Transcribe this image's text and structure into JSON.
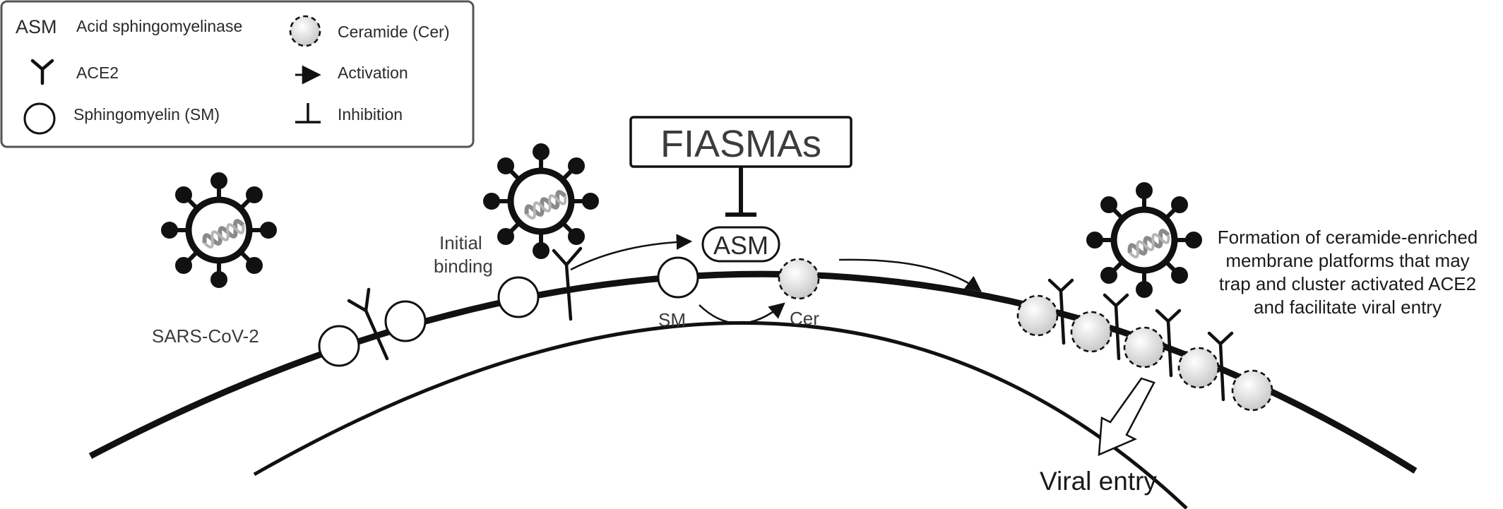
{
  "legend": {
    "items": [
      {
        "symbol": "ASM",
        "label": "Acid sphingomyelinase"
      },
      {
        "symbol": "ace2-receptor-icon",
        "label": "ACE2"
      },
      {
        "symbol": "open-circle-icon",
        "label": "Sphingomyelin (SM)"
      },
      {
        "symbol": "dashed-circle-icon",
        "label": "Ceramide (Cer)"
      },
      {
        "symbol": "arrow-icon",
        "label": "Activation"
      },
      {
        "symbol": "t-bar-icon",
        "label": "Inhibition"
      }
    ]
  },
  "labels": {
    "virus": "SARS-CoV-2",
    "initial_binding": [
      "Initial",
      "binding"
    ],
    "fiasmas": "FIASMAs",
    "asm": "ASM",
    "sm": "SM",
    "cer": "Cer",
    "viral_entry": "Viral entry",
    "description": [
      "Formation of ceramide-enriched",
      "membrane platforms that may",
      "trap and cluster activated ACE2",
      "and facilitate viral entry"
    ]
  },
  "colors": {
    "line": "#111111",
    "text": "#3c3c3c",
    "ceramide_fill": "#d9d9d9",
    "background": "#ffffff"
  }
}
